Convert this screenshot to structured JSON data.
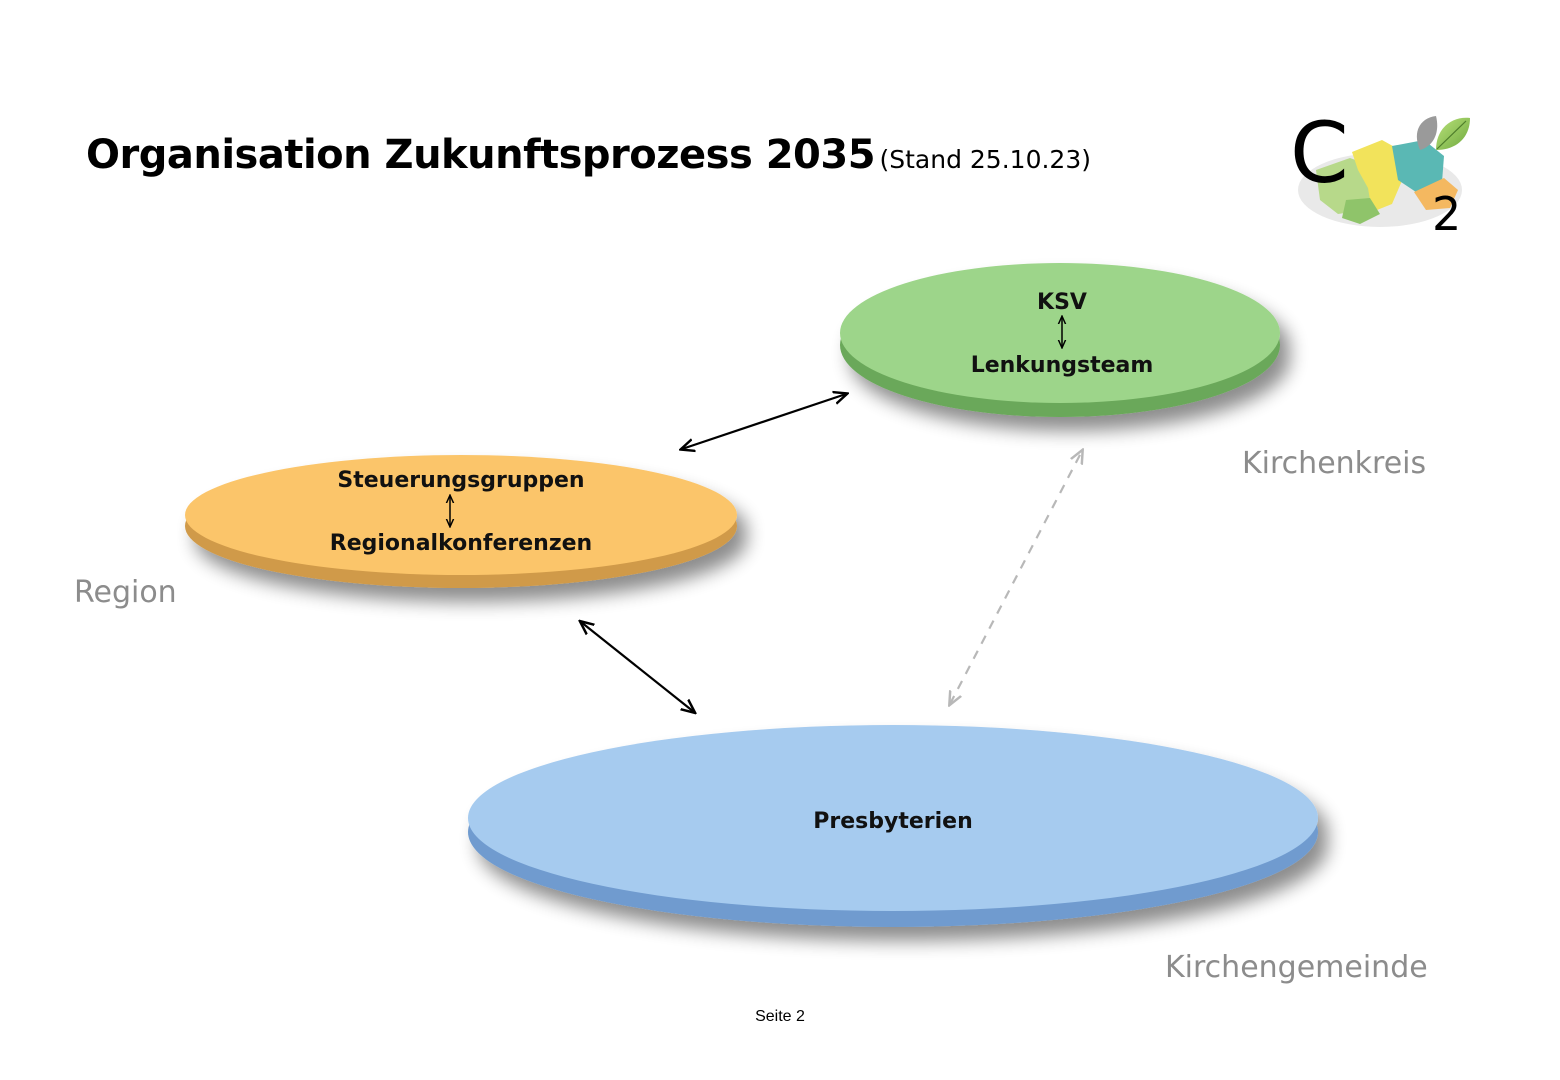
{
  "title": {
    "main": "Organisation Zukunftsprozess 2035",
    "sub": "(Stand 25.10.23)"
  },
  "logo": {
    "letter": "C",
    "subscript": "2"
  },
  "nodes": {
    "kirchenkreis": {
      "top": "KSV",
      "bottom": "Lenkungsteam",
      "color": "#9dd58a",
      "edge": "#6aa85a"
    },
    "region": {
      "top": "Steuerungsgruppen",
      "bottom": "Regionalkonferenzen",
      "color": "#fbc56b",
      "edge": "#d09a48"
    },
    "gemeinde": {
      "label": "Presbyterien",
      "color": "#a6cbef",
      "edge": "#6f9bcf"
    }
  },
  "levels": {
    "kirchenkreis": "Kirchenkreis",
    "region": "Region",
    "gemeinde": "Kirchengemeinde"
  },
  "footer": "Seite 2"
}
